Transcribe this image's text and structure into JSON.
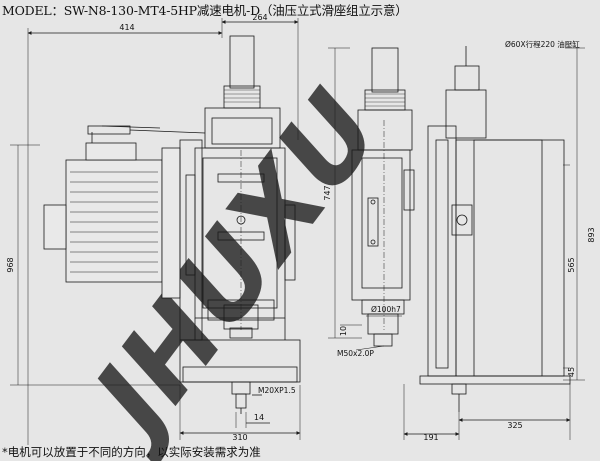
{
  "title": "MODEL：SW-N8-130-MT4-5HP减速电机-D（油压立式滑座组立示意）",
  "footnote": "*电机可以放置于不同的方向，以实际安装需求为准",
  "watermark": "JHUXU",
  "dimensions": {
    "d414": "414",
    "d264": "264",
    "d968": "968",
    "d747": "747",
    "d893": "893",
    "d565": "565",
    "d45": "45",
    "d10": "10",
    "d14": "14",
    "d310": "310",
    "d191": "191",
    "d325": "325"
  },
  "notes": {
    "cylinder": "Ø60X行程220 油壓缸",
    "bore": "Ø100h7",
    "thread_m50": "M50x2.0P",
    "thread_m20": "M20XP1.5"
  },
  "colors": {
    "background": "#e6e6e6",
    "line": "#1a1a1a",
    "watermark": "#e2e2ad"
  }
}
